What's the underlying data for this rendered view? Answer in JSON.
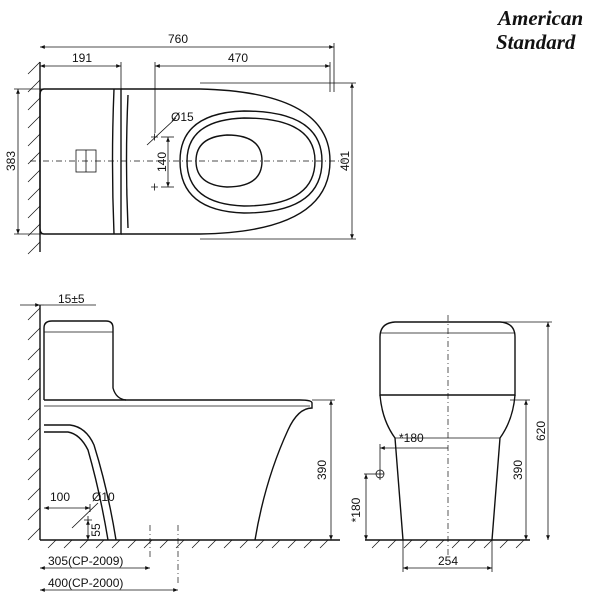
{
  "brand": {
    "line1": "American",
    "line2": "Standard"
  },
  "top_view": {
    "overall_length": "760",
    "tank_depth": "191",
    "seat_length": "470",
    "width_left": "383",
    "width_right": "401",
    "bolt_hole": "Ø15",
    "bolt_spacing": "140"
  },
  "side_view": {
    "wall_gap": "15±5",
    "height": "390",
    "inlet_offset": "100",
    "inlet_diameter": "Ø10",
    "inlet_height": "55",
    "rough_in_a": "305(CP-2009)",
    "rough_in_b": "400(CP-2000)"
  },
  "front_view": {
    "total_height": "620",
    "height": "390",
    "inlet_width": "*180",
    "inlet_height": "*180",
    "base_width": "254"
  }
}
